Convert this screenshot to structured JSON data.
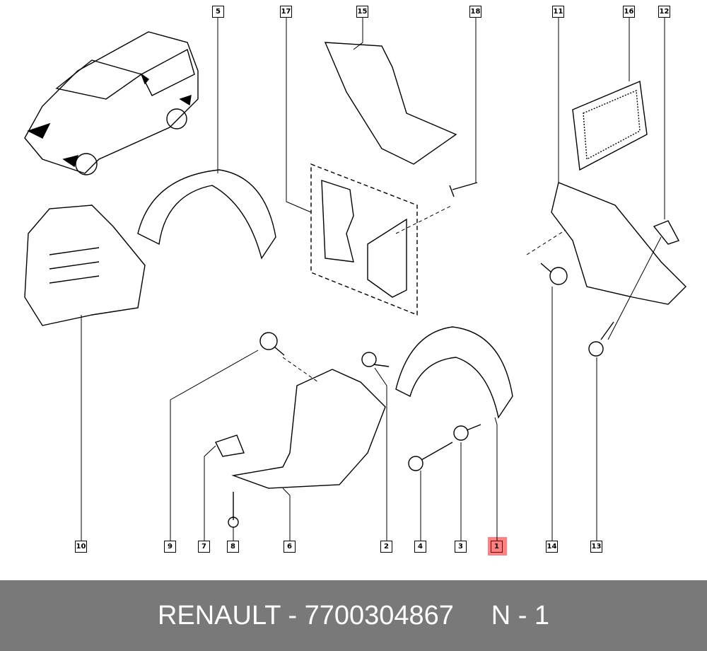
{
  "callouts": [
    {
      "id": "5"
    },
    {
      "id": "17"
    },
    {
      "id": "15"
    },
    {
      "id": "18"
    },
    {
      "id": "11"
    },
    {
      "id": "16"
    },
    {
      "id": "12"
    },
    {
      "id": "10"
    },
    {
      "id": "9"
    },
    {
      "id": "7"
    },
    {
      "id": "8"
    },
    {
      "id": "6"
    },
    {
      "id": "2"
    },
    {
      "id": "4"
    },
    {
      "id": "3"
    },
    {
      "id": "1"
    },
    {
      "id": "14"
    },
    {
      "id": "13"
    }
  ],
  "highlighted_callout": "1",
  "footer": {
    "text": "RENAULT - 7700304867     N - 1"
  },
  "colors": {
    "highlight": "#ff8080",
    "footer_bg": "#797979"
  }
}
